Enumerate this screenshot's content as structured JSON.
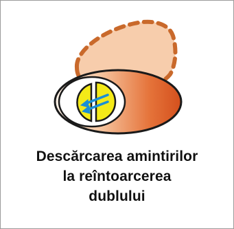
{
  "caption": {
    "lines": [
      "Descărcarea amintirilor",
      "la reîntoarcerea",
      "dublului"
    ]
  },
  "illustration": {
    "icons": [
      "double-outline-blob",
      "body-ellipse",
      "split-yellow-disc",
      "arrow-pair"
    ],
    "colors": {
      "double_fill": "#f6c9a6",
      "double_outline": "#c96a2b",
      "body_gradient_start": "#fbe2cd",
      "body_gradient_end": "#d85522",
      "yolk": "#f4ea18",
      "arrow": "#1a8fd6",
      "stroke": "#1a1a1a"
    }
  }
}
